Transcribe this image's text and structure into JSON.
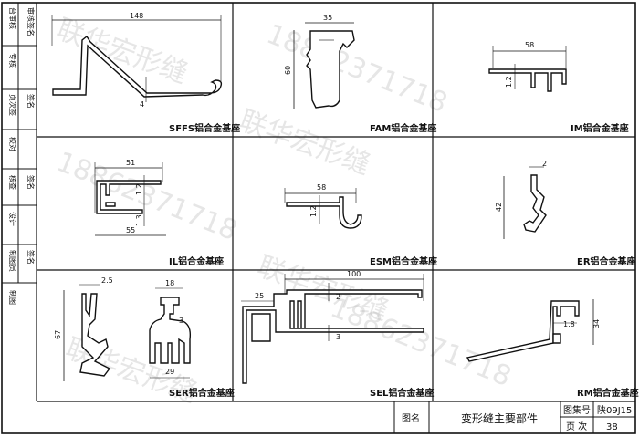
{
  "sidebar": {
    "items": [
      {
        "role": "台审核",
        "signature": "审核签名"
      },
      {
        "role": "专核",
        "signature": ""
      },
      {
        "role": "页次签",
        "signature": "签名"
      },
      {
        "role": "校对",
        "signature": ""
      },
      {
        "role": "核查",
        "signature": "签名"
      },
      {
        "role": "设计",
        "signature": ""
      },
      {
        "role": "制图员",
        "signature": "签名"
      },
      {
        "role": "制图",
        "signature": ""
      }
    ]
  },
  "panels": [
    {
      "caption": "SFFS铝合金基座",
      "dims": [
        "148",
        "4"
      ]
    },
    {
      "caption": "FAM铝合金基座",
      "dims": [
        "35",
        "60"
      ]
    },
    {
      "caption": "IM铝合金基座",
      "dims": [
        "58",
        "1.2"
      ]
    },
    {
      "caption": "IL铝合金基座",
      "dims": [
        "51",
        "1.2",
        "1.3",
        "55"
      ]
    },
    {
      "caption": "ESM铝合金基座",
      "dims": [
        "58",
        "1.2"
      ]
    },
    {
      "caption": "ER铝合金基座",
      "dims": [
        "2",
        "42"
      ]
    },
    {
      "caption": "SER铝合金基座",
      "dims": [
        "2.5",
        "67",
        "18",
        "3",
        "29"
      ]
    },
    {
      "caption": "SEL铝合金基座",
      "dims": [
        "100",
        "25",
        "2",
        "3"
      ]
    },
    {
      "caption": "RM铝合金基座",
      "dims": [
        "1.8",
        "34"
      ]
    }
  ],
  "title_block": {
    "figure_name_label": "图名",
    "figure_name": "变形缝主要部件",
    "atlas_no_label": "图集号",
    "atlas_no": "陕09J15",
    "page_label": "页 次",
    "page_no": "38"
  },
  "watermark": {
    "text_a": "联华宏形缝",
    "text_b": "18862371718"
  }
}
